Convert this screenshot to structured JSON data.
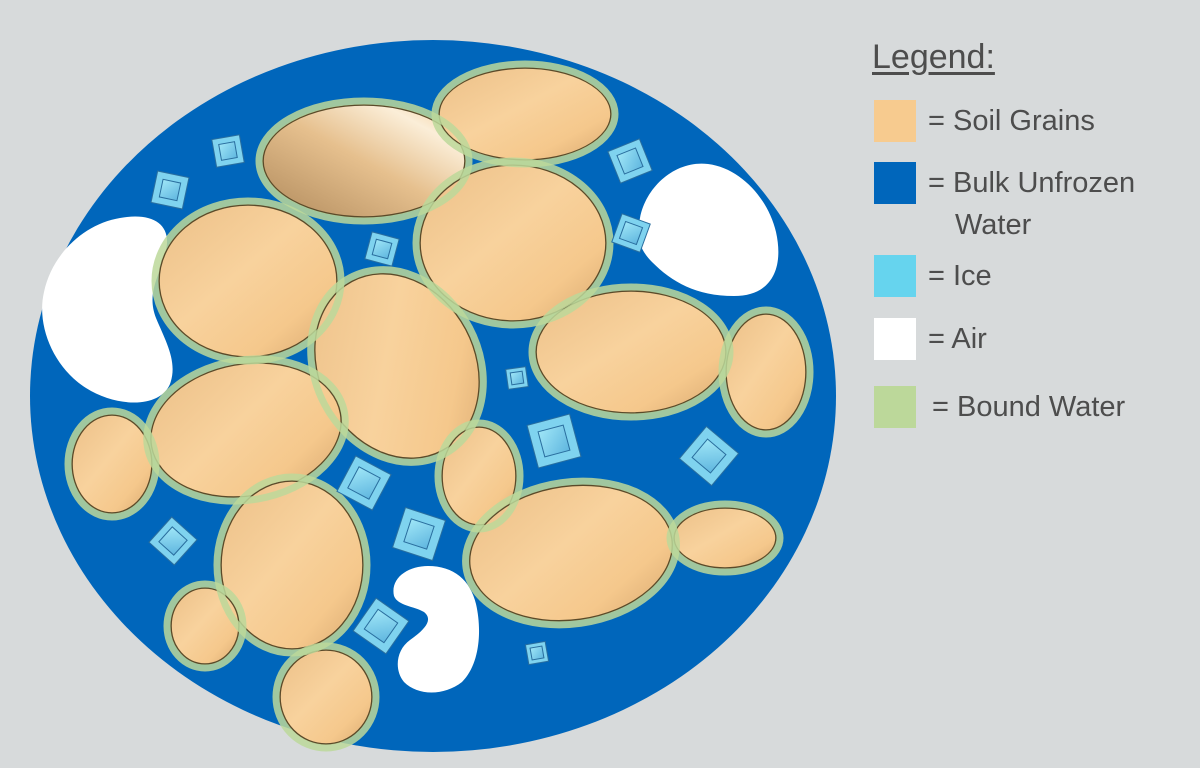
{
  "colors": {
    "background": "#d7dadb",
    "bulk_water": "#0066bb",
    "soil_grain": "#f7cb8f",
    "ice": "#66d4ee",
    "air": "#ffffff",
    "bound_water": "#bcd89a"
  },
  "legend": {
    "title": "Legend:",
    "items": [
      {
        "id": "soil-grains",
        "line1": "= Soil Grains",
        "line2": ""
      },
      {
        "id": "bulk-unfrozen-water",
        "line1": "= Bulk Unfrozen",
        "line2": "Water"
      },
      {
        "id": "ice",
        "line1": "= Ice",
        "line2": ""
      },
      {
        "id": "air",
        "line1": "= Air",
        "line2": ""
      },
      {
        "id": "bound-water",
        "line1": "= Bound Water",
        "line2": ""
      }
    ]
  }
}
